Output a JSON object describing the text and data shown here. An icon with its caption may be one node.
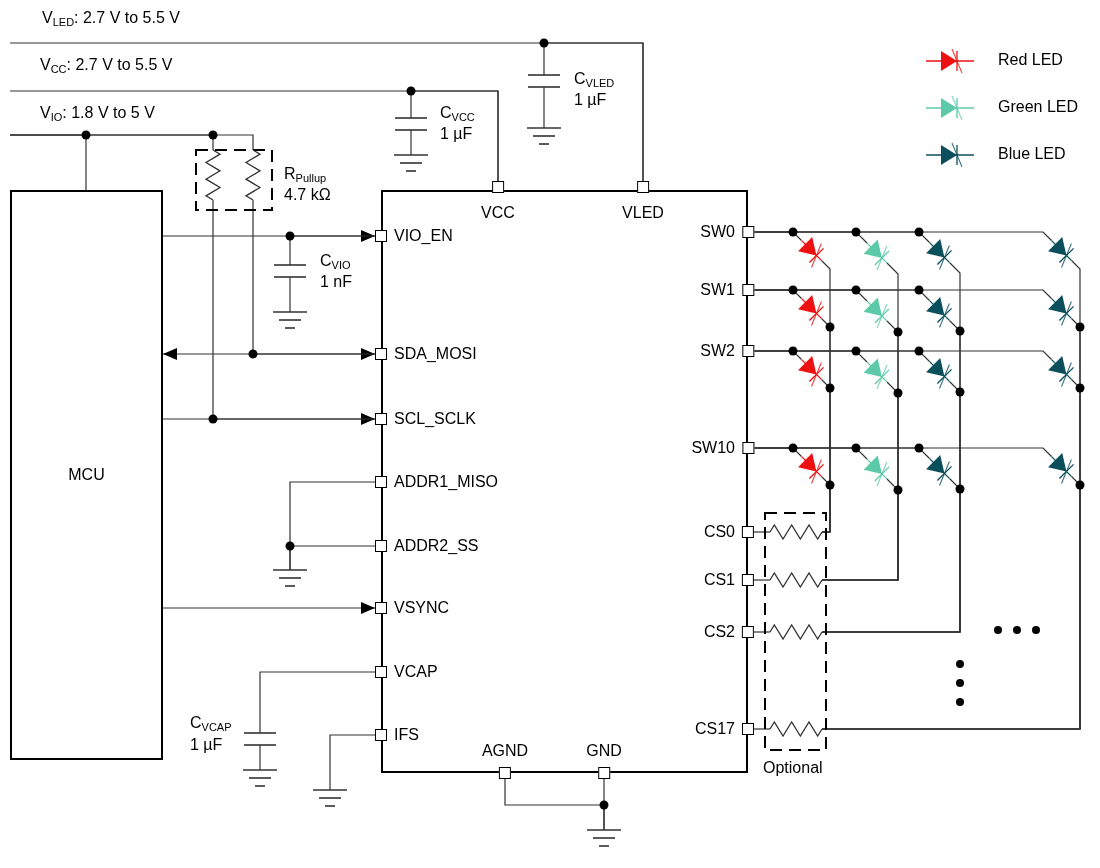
{
  "diagram": {
    "nodes": [
      {
        "text": [
          "MCU"
        ]
      },
      {
        "text": [],
        "shape": "box"
      },
      {
        "text": [
          "VCC"
        ],
        "in": 1
      },
      {
        "text": [
          "VLED"
        ],
        "in": 1
      },
      {
        "text": [
          "VIO_EN"
        ],
        "in": 1
      },
      {
        "text": [
          "SDA_MOSI"
        ],
        "in": 1
      },
      {
        "text": [
          "SCL_SCLK"
        ],
        "in": 1
      },
      {
        "text": [
          "ADDR1_MISO"
        ],
        "in": 1
      },
      {
        "text": [
          "ADDR2_SS"
        ],
        "in": 1
      },
      {
        "text": [
          "VSYNC"
        ],
        "in": 1
      },
      {
        "text": [
          "VCAP"
        ],
        "in": 1
      },
      {
        "text": [
          "IFS"
        ],
        "in": 1
      },
      {
        "text": [
          "SW0"
        ],
        "in": 1
      },
      {
        "text": [
          "SW1"
        ],
        "in": 1
      },
      {
        "text": [
          "SW2"
        ],
        "in": 1
      },
      {
        "text": [
          "SW10"
        ],
        "in": 1
      },
      {
        "text": [
          "CS0"
        ],
        "in": 1
      },
      {
        "text": [
          "CS1"
        ],
        "in": 1
      },
      {
        "text": [
          "CS2"
        ],
        "in": 1
      },
      {
        "text": [
          "CS17"
        ],
        "in": 1
      },
      {
        "text": [
          "AGND"
        ],
        "in": 1
      },
      {
        "text": [
          "GND"
        ],
        "in": 1
      },
      {
        "text": [],
        "shape": "capacitor",
        "beside": [
          "C$_{VLED}$",
          "1 µF"
        ]
      },
      {
        "text": [],
        "shape": "ground"
      },
      {
        "text": [],
        "shape": "capacitor",
        "beside": [
          "C$_{VCC}$",
          "1 µF"
        ]
      },
      {
        "text": [],
        "shape": "ground"
      },
      {
        "text": [],
        "shape": "box",
        "beside": [
          "R$_{Pullup}$",
          "4.7 kΩ"
        ]
      },
      {
        "text": [],
        "shape": "resistor",
        "in": 26
      },
      {
        "text": [],
        "shape": "resistor",
        "in": 26
      },
      {
        "text": [],
        "shape": "capacitor",
        "beside": [
          "C$_{VIO}$",
          "1 nF"
        ]
      },
      {
        "text": [],
        "shape": "ground"
      },
      {
        "text": [],
        "shape": "ground"
      },
      {
        "text": [],
        "shape": "capacitor",
        "beside": [
          "C$_{VCAP}$",
          "1 µF"
        ]
      },
      {
        "text": [],
        "shape": "ground"
      },
      {
        "text": [],
        "shape": "ground"
      },
      {
        "text": [],
        "shape": "ground"
      },
      {
        "text": [],
        "shape": "box",
        "beside": [
          "Optional"
        ]
      },
      {
        "text": [],
        "shape": "resistor",
        "in": 36
      },
      {
        "text": [],
        "shape": "resistor",
        "in": 36
      },
      {
        "text": [],
        "shape": "resistor",
        "in": 36
      },
      {
        "text": [],
        "shape": "resistor",
        "in": 36
      },
      {
        "text": [],
        "shape": "diode"
      },
      {
        "text": [],
        "shape": "diode"
      },
      {
        "text": [],
        "shape": "diode"
      },
      {
        "text": [],
        "shape": "diode"
      },
      {
        "text": [],
        "shape": "diode"
      },
      {
        "text": [],
        "shape": "diode"
      },
      {
        "text": [],
        "shape": "diode"
      },
      {
        "text": [],
        "shape": "diode"
      },
      {
        "text": [],
        "shape": "diode"
      },
      {
        "text": [],
        "shape": "diode"
      },
      {
        "text": [],
        "shape": "diode"
      },
      {
        "text": [],
        "shape": "diode"
      },
      {
        "text": [],
        "shape": "diode"
      },
      {
        "text": [],
        "shape": "diode"
      },
      {
        "text": [],
        "shape": "diode"
      },
      {
        "text": [],
        "shape": "diode"
      }
    ],
    "edges": [
      {
        "from": null,
        "to": 3,
        "arrow": "none"
      },
      {
        "from": 22,
        "to": 3,
        "arrow": "none"
      },
      {
        "from": 22,
        "to": 23,
        "arrow": "none"
      },
      {
        "from": null,
        "to": 2,
        "arrow": "none"
      },
      {
        "from": 24,
        "to": 2,
        "arrow": "none"
      },
      {
        "from": 24,
        "to": 25,
        "arrow": "none"
      },
      {
        "from": null,
        "to": 0,
        "arrow": "none"
      },
      {
        "from": null,
        "to": 27,
        "arrow": "none"
      },
      {
        "from": null,
        "to": 28,
        "arrow": "none"
      },
      {
        "from": 0,
        "to": 4,
        "arrow": "to"
      },
      {
        "from": 0,
        "to": 5,
        "arrow": "both"
      },
      {
        "from": 0,
        "to": 6,
        "arrow": "to"
      },
      {
        "from": 0,
        "to": 9,
        "arrow": "to"
      },
      {
        "from": 27,
        "to": 6,
        "arrow": "none"
      },
      {
        "from": 28,
        "to": 5,
        "arrow": "none"
      },
      {
        "from": 29,
        "to": 4,
        "arrow": "none"
      },
      {
        "from": 29,
        "to": 30,
        "arrow": "none"
      },
      {
        "from": 7,
        "to": 31,
        "arrow": "none"
      },
      {
        "from": 8,
        "to": 31,
        "arrow": "none"
      },
      {
        "from": 10,
        "to": 32,
        "arrow": "none"
      },
      {
        "from": 32,
        "to": 33,
        "arrow": "none"
      },
      {
        "from": 11,
        "to": 34,
        "arrow": "none"
      },
      {
        "from": 20,
        "to": 35,
        "arrow": "none"
      },
      {
        "from": 21,
        "to": 35,
        "arrow": "none"
      },
      {
        "from": 16,
        "to": 37,
        "arrow": "none"
      },
      {
        "from": 17,
        "to": 38,
        "arrow": "none"
      },
      {
        "from": 18,
        "to": 39,
        "arrow": "none"
      },
      {
        "from": 19,
        "to": 40,
        "arrow": "none"
      },
      {
        "from": 12,
        "to": 41,
        "arrow": "none"
      },
      {
        "from": 12,
        "to": 42,
        "arrow": "none"
      },
      {
        "from": 12,
        "to": 43,
        "arrow": "none"
      },
      {
        "from": 12,
        "to": 44,
        "arrow": "none"
      },
      {
        "from": 13,
        "to": 45,
        "arrow": "none"
      },
      {
        "from": 13,
        "to": 46,
        "arrow": "none"
      },
      {
        "from": 13,
        "to": 47,
        "arrow": "none"
      },
      {
        "from": 13,
        "to": 48,
        "arrow": "none"
      },
      {
        "from": 14,
        "to": 49,
        "arrow": "none"
      },
      {
        "from": 14,
        "to": 50,
        "arrow": "none"
      },
      {
        "from": 14,
        "to": 51,
        "arrow": "none"
      },
      {
        "from": 14,
        "to": 52,
        "arrow": "none"
      },
      {
        "from": 15,
        "to": 53,
        "arrow": "none"
      },
      {
        "from": 15,
        "to": 54,
        "arrow": "none"
      },
      {
        "from": 15,
        "to": 55,
        "arrow": "none"
      },
      {
        "from": 15,
        "to": 56,
        "arrow": "none"
      },
      {
        "from": 41,
        "to": 37,
        "arrow": "none"
      },
      {
        "from": 42,
        "to": 38,
        "arrow": "none"
      },
      {
        "from": 43,
        "to": 39,
        "arrow": "none"
      },
      {
        "from": 44,
        "to": 40,
        "arrow": "none"
      },
      {
        "from": 45,
        "to": 37,
        "arrow": "none"
      },
      {
        "from": 46,
        "to": 38,
        "arrow": "none"
      },
      {
        "from": 47,
        "to": 39,
        "arrow": "none"
      },
      {
        "from": 48,
        "to": 40,
        "arrow": "none"
      },
      {
        "from": 49,
        "to": 37,
        "arrow": "none"
      },
      {
        "from": 50,
        "to": 38,
        "arrow": "none"
      },
      {
        "from": 51,
        "to": 39,
        "arrow": "none"
      },
      {
        "from": 52,
        "to": 40,
        "arrow": "none"
      },
      {
        "from": 53,
        "to": 37,
        "arrow": "none"
      },
      {
        "from": 54,
        "to": 38,
        "arrow": "none"
      },
      {
        "from": 55,
        "to": 39,
        "arrow": "none"
      },
      {
        "from": 56,
        "to": 40,
        "arrow": "none"
      }
    ],
    "labels": [
      "V$_{LED}$: 2.7 V to 5.5 V",
      "V$_{CC}$: 2.7 V to 5.5 V",
      "V$_{IO}$: 1.8 V to 5 V"
    ],
    "legend": [
      {
        "text": "Red LED"
      },
      {
        "text": "Green LED"
      },
      {
        "text": "Blue LED"
      }
    ]
  }
}
